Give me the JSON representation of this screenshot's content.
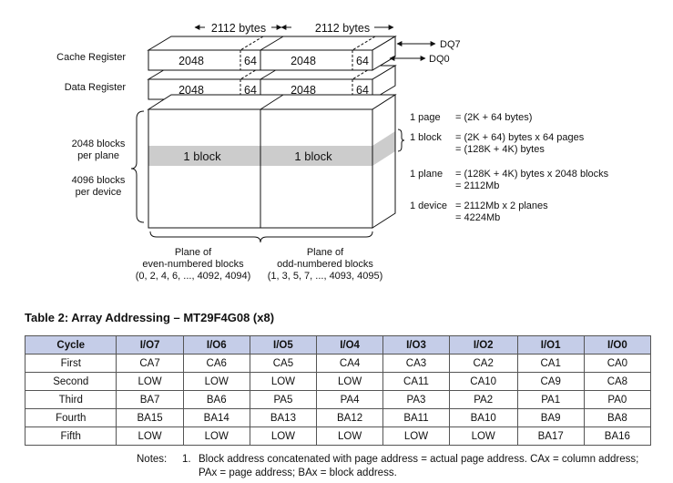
{
  "diagram": {
    "bytes_left": "2112 bytes",
    "bytes_right": "2112 bytes",
    "dq7": "DQ7",
    "dq0": "DQ0",
    "cache_register": "Cache Register",
    "data_register": "Data Register",
    "cells": {
      "cache_2048_a": "2048",
      "cache_64_a": "64",
      "cache_2048_b": "2048",
      "cache_64_b": "64",
      "data_2048_a": "2048",
      "data_64_a": "64",
      "data_2048_b": "2048",
      "data_64_b": "64"
    },
    "blocks_per_plane": [
      "2048 blocks",
      "per plane"
    ],
    "blocks_per_device": [
      "4096 blocks",
      "per device"
    ],
    "block_left": "1 block",
    "block_right": "1 block",
    "plane_even": [
      "Plane of",
      "even-numbered blocks",
      "(0, 2, 4, 6, ..., 4092, 4094)"
    ],
    "plane_odd": [
      "Plane of",
      "odd-numbered blocks",
      "(1, 3, 5, 7, ..., 4093, 4095)"
    ],
    "defs": {
      "page": {
        "label": "1 page",
        "lines": [
          "=  (2K + 64 bytes)"
        ]
      },
      "block": {
        "label": "1 block",
        "lines": [
          "=  (2K + 64) bytes x 64 pages",
          "=  (128K + 4K) bytes"
        ]
      },
      "plane": {
        "label": "1 plane",
        "lines": [
          "=  (128K + 4K) bytes x 2048 blocks",
          "=  2112Mb"
        ]
      },
      "device": {
        "label": "1 device",
        "lines": [
          "=  2112Mb x 2 planes",
          "=  4224Mb"
        ]
      }
    }
  },
  "table": {
    "title": "Table 2: Array Addressing – MT29F4G08 (x8)",
    "headers": [
      "Cycle",
      "I/O7",
      "I/O6",
      "I/O5",
      "I/O4",
      "I/O3",
      "I/O2",
      "I/O1",
      "I/O0"
    ],
    "rows": [
      [
        "First",
        "CA7",
        "CA6",
        "CA5",
        "CA4",
        "CA3",
        "CA2",
        "CA1",
        "CA0"
      ],
      [
        "Second",
        "LOW",
        "LOW",
        "LOW",
        "LOW",
        "CA11",
        "CA10",
        "CA9",
        "CA8"
      ],
      [
        "Third",
        "BA7",
        "BA6",
        "PA5",
        "PA4",
        "PA3",
        "PA2",
        "PA1",
        "PA0"
      ],
      [
        "Fourth",
        "BA15",
        "BA14",
        "BA13",
        "BA12",
        "BA11",
        "BA10",
        "BA9",
        "BA8"
      ],
      [
        "Fifth",
        "LOW",
        "LOW",
        "LOW",
        "LOW",
        "LOW",
        "LOW",
        "BA17",
        "BA16"
      ]
    ]
  },
  "notes": {
    "label": "Notes:",
    "items": [
      {
        "num": "1.",
        "text": "Block address concatenated with page address = actual page address. CAx = column address; PAx = page address; BAx = block address."
      }
    ]
  }
}
